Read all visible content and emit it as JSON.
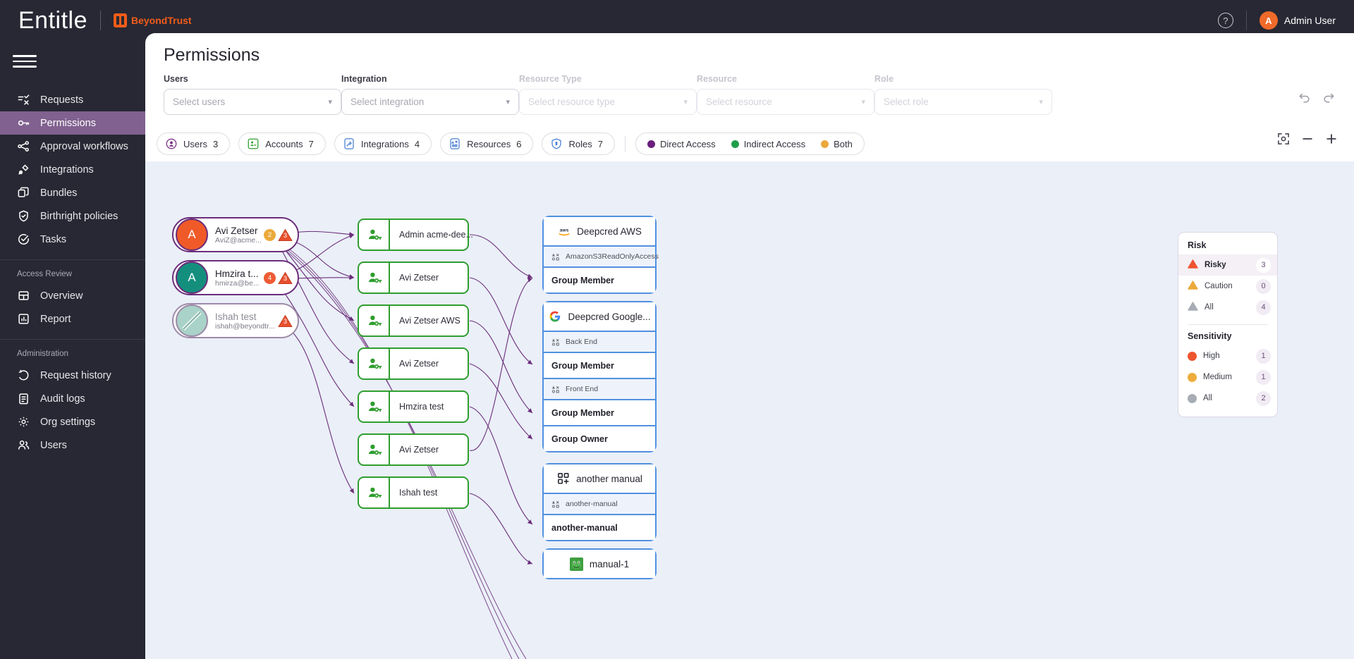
{
  "topbar": {
    "brand": "Entitle",
    "partner": "BeyondTrust",
    "help_icon": "help-icon",
    "user_initial": "A",
    "user_name": "Admin User"
  },
  "sidebar": {
    "menu_icon": "hamburger-icon",
    "items": [
      {
        "label": "Requests",
        "icon": "requests-icon",
        "active": false
      },
      {
        "label": "Permissions",
        "icon": "key-icon",
        "active": true
      },
      {
        "label": "Approval workflows",
        "icon": "workflow-icon",
        "active": false
      },
      {
        "label": "Integrations",
        "icon": "plug-icon",
        "active": false
      },
      {
        "label": "Bundles",
        "icon": "bundles-icon",
        "active": false
      },
      {
        "label": "Birthright policies",
        "icon": "shield-check-icon",
        "active": false
      },
      {
        "label": "Tasks",
        "icon": "check-circle-icon",
        "active": false
      }
    ],
    "section_access_review": "Access Review",
    "access_review_items": [
      {
        "label": "Overview",
        "icon": "layout-icon"
      },
      {
        "label": "Report",
        "icon": "bar-chart-icon"
      }
    ],
    "section_administration": "Administration",
    "administration_items": [
      {
        "label": "Request history",
        "icon": "history-icon"
      },
      {
        "label": "Audit logs",
        "icon": "clipboard-icon"
      },
      {
        "label": "Org settings",
        "icon": "gear-icon"
      },
      {
        "label": "Users",
        "icon": "users-icon"
      }
    ]
  },
  "page": {
    "title": "Permissions"
  },
  "filters": [
    {
      "label": "Users",
      "placeholder": "Select users",
      "disabled": false
    },
    {
      "label": "Integration",
      "placeholder": "Select integration",
      "disabled": false
    },
    {
      "label": "Resource Type",
      "placeholder": "Select resource type",
      "disabled": true
    },
    {
      "label": "Resource",
      "placeholder": "Select resource",
      "disabled": true
    },
    {
      "label": "Role",
      "placeholder": "Select role",
      "disabled": true
    }
  ],
  "filter_actions": [
    {
      "name": "undo-button",
      "icon": "undo-icon"
    },
    {
      "name": "redo-button",
      "icon": "redo-icon"
    }
  ],
  "chips": [
    {
      "label": "Users",
      "count": "3",
      "icon": "user-circle-icon",
      "color": "#7a2f86"
    },
    {
      "label": "Accounts",
      "count": "7",
      "icon": "account-key-icon",
      "color": "#2f9e2f"
    },
    {
      "label": "Integrations",
      "count": "4",
      "icon": "integration-icon",
      "color": "#4a7fd4"
    },
    {
      "label": "Resources",
      "count": "6",
      "icon": "resource-icon",
      "color": "#4a7fd4"
    },
    {
      "label": "Roles",
      "count": "7",
      "icon": "role-shield-icon",
      "color": "#4a7fd4"
    }
  ],
  "legend": [
    {
      "label": "Direct Access",
      "color": "#6b1f7e"
    },
    {
      "label": "Indirect Access",
      "color": "#1f9e4a"
    },
    {
      "label": "Both",
      "color": "#eba93c"
    }
  ],
  "zoom_controls": [
    {
      "name": "fit-screen-button",
      "icon": "fit-screen-icon"
    },
    {
      "name": "zoom-out-button",
      "icon": "minus-icon"
    },
    {
      "name": "zoom-in-button",
      "icon": "plus-icon"
    }
  ],
  "graph": {
    "users": [
      {
        "name": "Avi Zetser",
        "email": "AviZ@acme...",
        "initial": "A",
        "avatar_color": "#f05a28",
        "disabled": false,
        "badges": [
          {
            "type": "count",
            "value": "2",
            "color": "#eba93c"
          },
          {
            "type": "risk",
            "value": "3",
            "color": "#e8502e"
          }
        ]
      },
      {
        "name": "Hmzira t...",
        "email": "hmirza@be...",
        "initial": "A",
        "avatar_color": "#148f7e",
        "disabled": false,
        "badges": [
          {
            "type": "count",
            "value": "4",
            "color": "#ef5b34"
          },
          {
            "type": "risk",
            "value": "3",
            "color": "#e8502e"
          }
        ]
      },
      {
        "name": "Ishah test",
        "email": "ishah@beyondtr...",
        "initial": "",
        "avatar_color": "#a9d3c8",
        "disabled": true,
        "badges": [
          {
            "type": "risk",
            "value": "3",
            "color": "#e8502e"
          }
        ]
      }
    ],
    "accounts": [
      {
        "label": "Admin acme-dee..."
      },
      {
        "label": "Avi Zetser"
      },
      {
        "label": "Avi Zetser AWS"
      },
      {
        "label": "Avi Zetser"
      },
      {
        "label": "Hmzira test"
      },
      {
        "label": "Avi Zetser"
      },
      {
        "label": "Ishah test"
      }
    ],
    "resources": [
      {
        "title": "Deepcred AWS",
        "icon": "aws-icon",
        "rows": [
          {
            "kind": "role",
            "label": "AmazonS3ReadOnlyAccess"
          },
          {
            "kind": "permission",
            "label": "Group Member"
          }
        ]
      },
      {
        "title": "Deepcred Google...",
        "icon": "google-icon",
        "rows": [
          {
            "kind": "role",
            "label": "Back End"
          },
          {
            "kind": "permission",
            "label": "Group Member"
          },
          {
            "kind": "role",
            "label": "Front End"
          },
          {
            "kind": "permission",
            "label": "Group Member"
          },
          {
            "kind": "permission",
            "label": "Group Owner"
          }
        ]
      },
      {
        "title": "another manual",
        "icon": "manual-grid-icon",
        "rows": [
          {
            "kind": "role",
            "label": "another-manual"
          },
          {
            "kind": "permission",
            "label": "another-manual"
          }
        ]
      },
      {
        "title": "manual-1",
        "icon": "frog-icon",
        "rows": []
      }
    ]
  },
  "risk_panel": {
    "risk_title": "Risk",
    "risk_rows": [
      {
        "label": "Risky",
        "count": "3",
        "color": "#ee5430",
        "shape": "triangle",
        "selected": true
      },
      {
        "label": "Caution",
        "count": "0",
        "color": "#eba93c",
        "shape": "triangle",
        "selected": false
      },
      {
        "label": "All",
        "count": "4",
        "color": "#a8adb5",
        "shape": "triangle",
        "selected": false
      }
    ],
    "sensitivity_title": "Sensitivity",
    "sensitivity_rows": [
      {
        "label": "High",
        "count": "1",
        "color": "#ee5430",
        "shape": "circle",
        "selected": false
      },
      {
        "label": "Medium",
        "count": "1",
        "color": "#eeac3c",
        "shape": "circle",
        "selected": false
      },
      {
        "label": "All",
        "count": "2",
        "color": "#a8adb5",
        "shape": "circle",
        "selected": false
      }
    ]
  }
}
